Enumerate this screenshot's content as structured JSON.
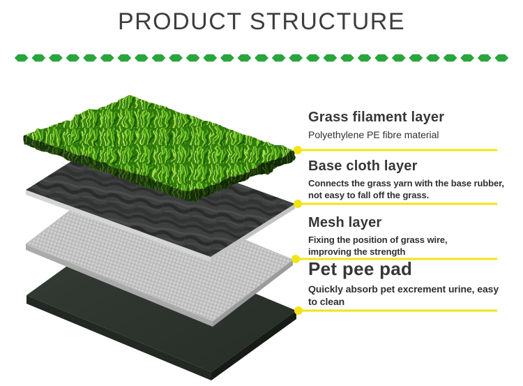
{
  "colors": {
    "title-color": "#3d3d3d",
    "diamond-green": "#2aa43c",
    "connector-yellow": "#f2e414",
    "heading-color": "#363636",
    "desc-color": "#2f2f2f"
  },
  "header": {
    "title": "PRODUCT STRUCTURE"
  },
  "divider": {
    "diamond_count": 29
  },
  "labels": [
    {
      "title": "Grass filament layer",
      "desc": "Polyethylene PE fibre material"
    },
    {
      "title": "Base cloth layer",
      "desc": "Connects the grass yarn with the base rubber,\nnot easy to fall off the grass."
    },
    {
      "title": "Mesh layer",
      "desc": "Fixing the position of grass wire,\nimproving the strength"
    },
    {
      "title": "Pet pee pad",
      "desc": "Quickly absorb pet excrement urine, easy\nto clean"
    }
  ]
}
